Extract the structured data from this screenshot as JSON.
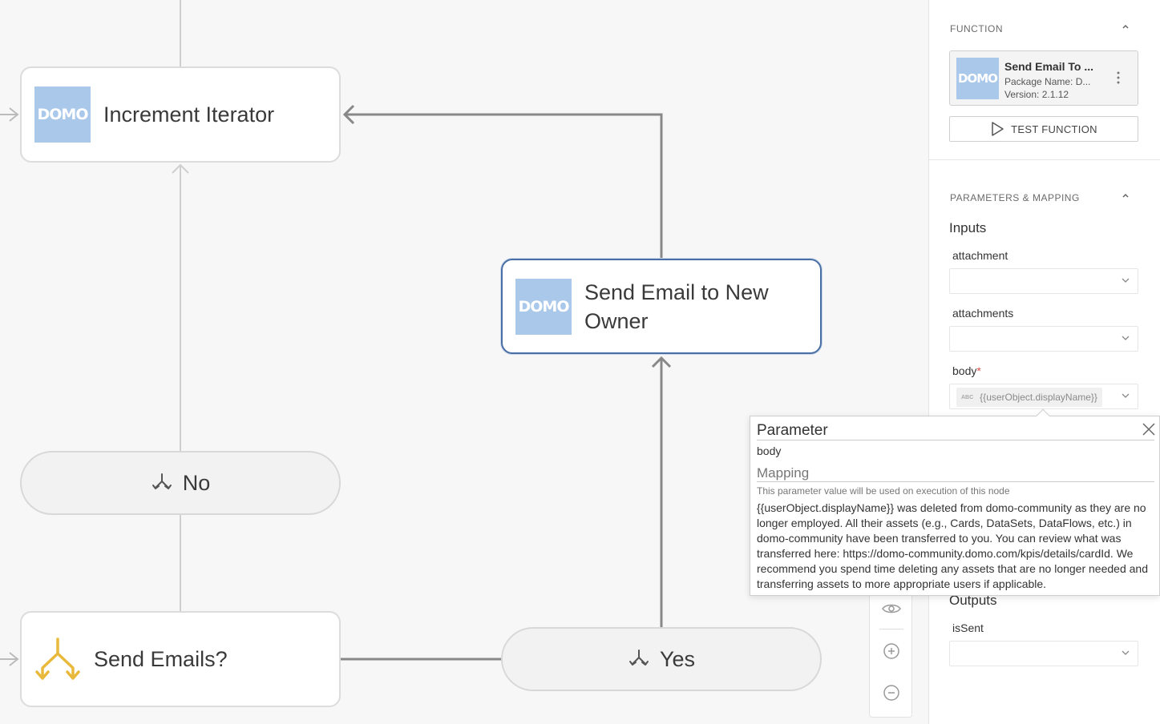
{
  "nodes": {
    "increment_iterator": {
      "title": "Increment Iterator",
      "logo_text": "DOMO"
    },
    "send_email_owner": {
      "title": "Send Email to New Owner",
      "logo_text": "DOMO"
    },
    "send_emails": {
      "title": "Send Emails?"
    },
    "no_branch": {
      "label": "No"
    },
    "yes_branch": {
      "label": "Yes"
    }
  },
  "zoom_tools": {
    "icons": [
      "eye-icon",
      "zoom-in-icon",
      "zoom-out-icon"
    ]
  },
  "panel": {
    "function_section": {
      "title": "FUNCTION"
    },
    "function_card": {
      "logo_text": "DOMO",
      "name": "Send Email To ...",
      "package": "Package Name: D...",
      "version": "Version: 2.1.12"
    },
    "test_button_label": "TEST FUNCTION",
    "params_section": {
      "title": "PARAMETERS & MAPPING"
    },
    "inputs_title": "Inputs",
    "inputs": [
      {
        "label": "attachment",
        "value": ""
      },
      {
        "label": "attachments",
        "value": ""
      },
      {
        "label": "body",
        "required_mark": "*",
        "value": "{{userObject.displayName}}",
        "type_badge": "ABC"
      }
    ],
    "outputs_title": "Outputs",
    "outputs": [
      {
        "label": "isSent",
        "value": ""
      }
    ]
  },
  "popover": {
    "parameter_heading": "Parameter",
    "parameter_value": "body",
    "mapping_heading": "Mapping",
    "mapping_description": "This parameter value will be used on execution of this node",
    "mapping_value": "{{userObject.displayName}} was deleted from domo-community as they are no longer employed. All their assets (e.g., Cards, DataSets, DataFlows, etc.) in domo-community have been transferred to you. You can review what was transferred here: https://domo-community.domo.com/kpis/details/cardId. We recommend you spend time deleting any assets that are no longer needed and transferring assets to more appropriate users if applicable."
  },
  "colors": {
    "accent_blue": "#4a6fa5",
    "domo_logo": "#a9c8ea",
    "decision_yellow": "#e8b93a",
    "required": "#d9534f"
  }
}
